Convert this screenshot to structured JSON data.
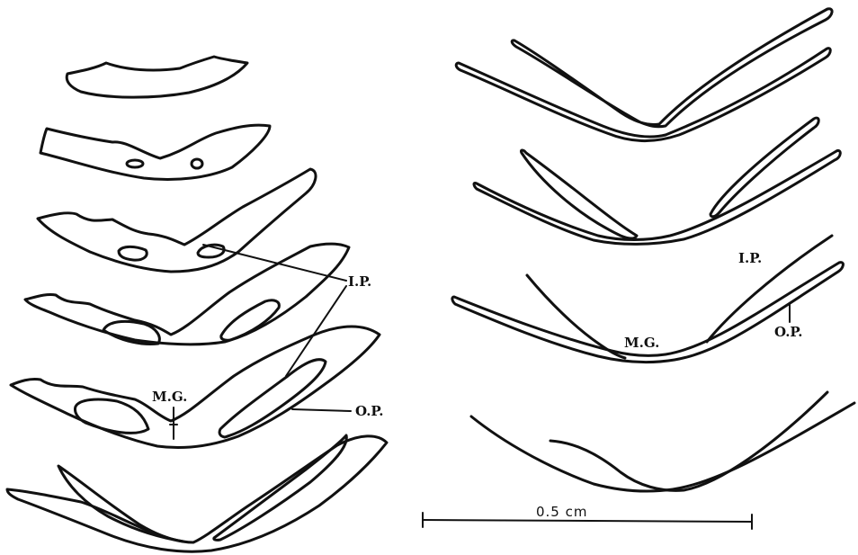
{
  "labels": {
    "ip": "I.P.",
    "op": "O.P.",
    "mg": "M.G."
  },
  "scale_bar": {
    "label": "0.5 cm"
  },
  "colors": {
    "ink": "#111111",
    "paper": "#ffffff"
  }
}
